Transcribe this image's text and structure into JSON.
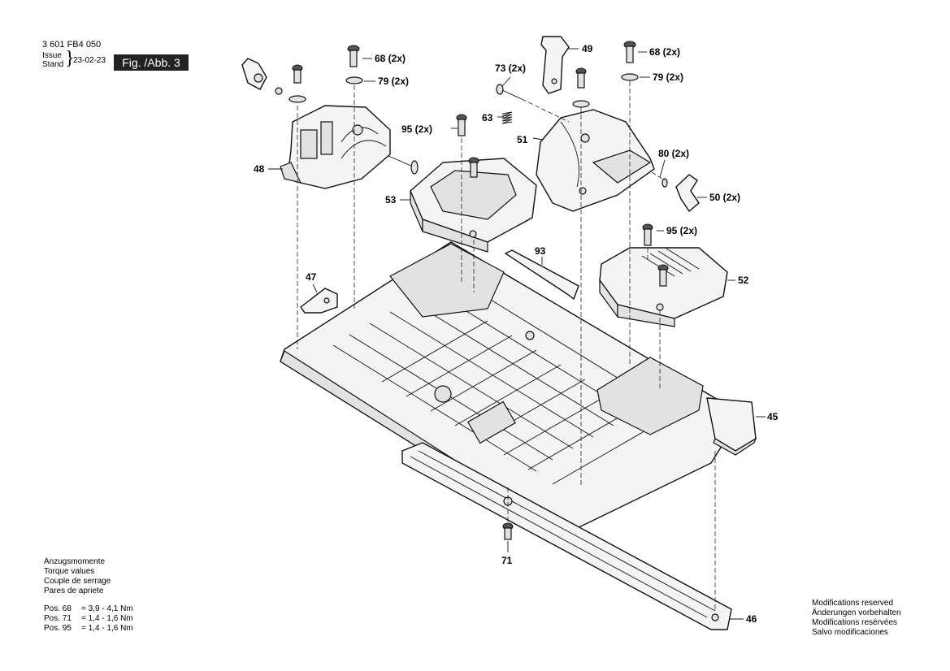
{
  "header": {
    "doc_number": "3 601 FB4 050",
    "issue_label": "Issue",
    "stand_label": "Stand",
    "date": "23-02-23",
    "figure": "Fig. /Abb. 3"
  },
  "parts": [
    {
      "id": "68a",
      "label": "68 (2x)"
    },
    {
      "id": "79a",
      "label": "79 (2x)"
    },
    {
      "id": "49",
      "label": "49"
    },
    {
      "id": "68b",
      "label": "68 (2x)"
    },
    {
      "id": "79b",
      "label": "79 (2x)"
    },
    {
      "id": "73",
      "label": "73 (2x)"
    },
    {
      "id": "63",
      "label": "63"
    },
    {
      "id": "95a",
      "label": "95 (2x)"
    },
    {
      "id": "51",
      "label": "51"
    },
    {
      "id": "80",
      "label": "80 (2x)"
    },
    {
      "id": "48",
      "label": "48"
    },
    {
      "id": "53",
      "label": "53"
    },
    {
      "id": "50",
      "label": "50 (2x)"
    },
    {
      "id": "95b",
      "label": "95 (2x)"
    },
    {
      "id": "93",
      "label": "93"
    },
    {
      "id": "52",
      "label": "52"
    },
    {
      "id": "47",
      "label": "47"
    },
    {
      "id": "45",
      "label": "45"
    },
    {
      "id": "71",
      "label": "71"
    },
    {
      "id": "46",
      "label": "46"
    }
  ],
  "torque": {
    "headings": [
      "Anzugsmomente",
      "Torque values",
      "Couple de serrage",
      "Pares de apriete"
    ],
    "rows": [
      {
        "pos": "Pos. 68",
        "value": "= 3,9 - 4,1 Nm"
      },
      {
        "pos": "Pos. 71",
        "value": "= 1,4 - 1,6 Nm"
      },
      {
        "pos": "Pos. 95",
        "value": "= 1,4 - 1,6 Nm"
      }
    ]
  },
  "modifications": [
    "Modifications reserved",
    "Änderungen vorbehalten",
    "Modifications resérvées",
    "Salvo modificaciones"
  ]
}
